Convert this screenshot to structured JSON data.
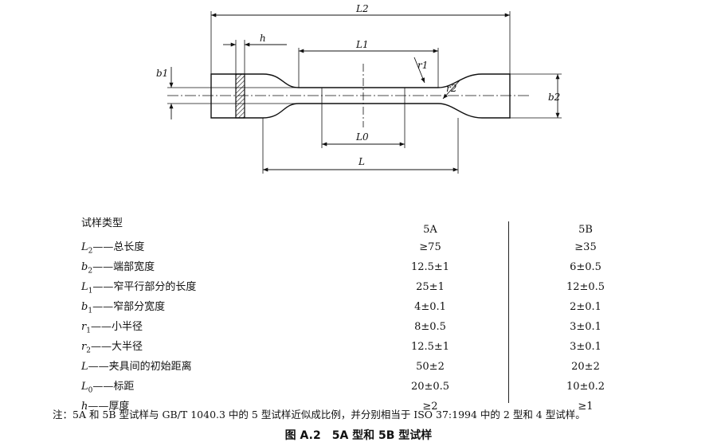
{
  "diagram_labels": {
    "L2": "L2",
    "h": "h",
    "L1": "L1",
    "b1": "b1",
    "r1": "r1",
    "r2": "r2",
    "b2": "b2",
    "L0": "L0",
    "L": "L"
  },
  "table": {
    "header": {
      "type_label": "试样类型",
      "col_5a": "5A",
      "col_5b": "5B"
    },
    "rows": [
      {
        "sym": "L",
        "sub": "2",
        "desc": "——总长度",
        "a": "≥75",
        "b": "≥35"
      },
      {
        "sym": "b",
        "sub": "2",
        "desc": "——端部宽度",
        "a": "12.5±1",
        "b": "6±0.5"
      },
      {
        "sym": "L",
        "sub": "1",
        "desc": "——窄平行部分的长度",
        "a": "25±1",
        "b": "12±0.5"
      },
      {
        "sym": "b",
        "sub": "1",
        "desc": "——窄部分宽度",
        "a": "4±0.1",
        "b": "2±0.1"
      },
      {
        "sym": "r",
        "sub": "1",
        "desc": "——小半径",
        "a": "8±0.5",
        "b": "3±0.1"
      },
      {
        "sym": "r",
        "sub": "2",
        "desc": "——大半径",
        "a": "12.5±1",
        "b": "3±0.1"
      },
      {
        "sym": "L",
        "sub": "",
        "desc": "——夹具间的初始距离",
        "a": "50±2",
        "b": "20±2"
      },
      {
        "sym": "L",
        "sub": "0",
        "desc": "——标距",
        "a": "20±0.5",
        "b": "10±0.2"
      },
      {
        "sym": "h",
        "sub": "",
        "desc": "——厚度",
        "a": "≥2",
        "b": "≥1"
      }
    ]
  },
  "note": "注：5A 和 5B 型试样与 GB/T 1040.3 中的 5 型试样近似成比例，并分别相当于 ISO 37:1994 中的 2 型和 4 型试样。",
  "caption": "图 A.2　5A 型和 5B 型试样"
}
